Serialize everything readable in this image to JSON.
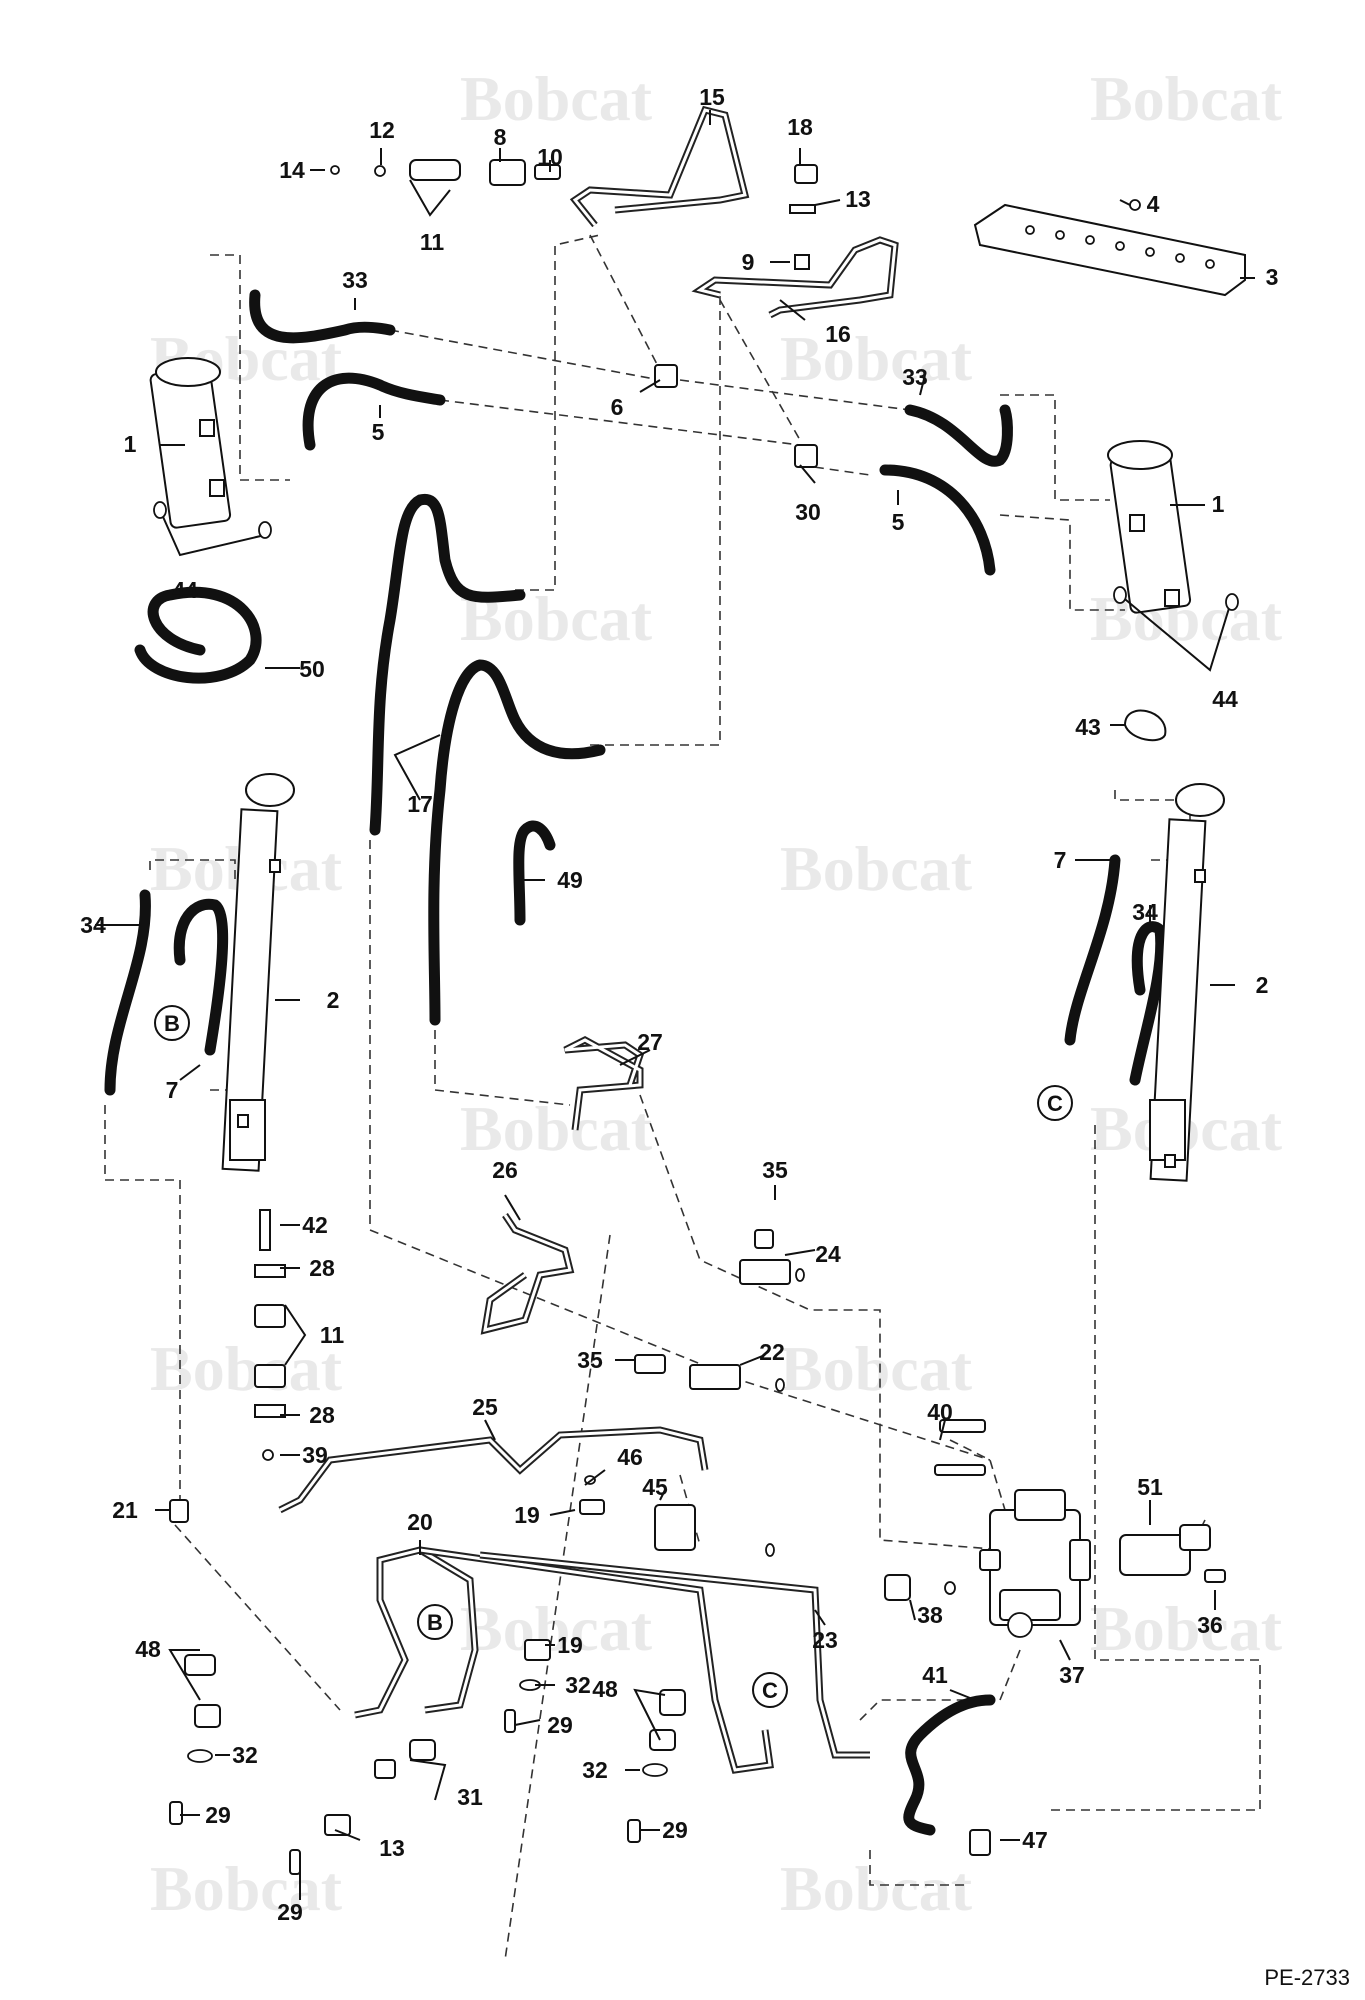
{
  "watermark": {
    "text": "Bobcat",
    "color": "#e9e9e9"
  },
  "document_id": "PE-2733",
  "callouts": {
    "n1a": "1",
    "n1b": "1",
    "n2a": "2",
    "n2b": "2",
    "n3": "3",
    "n4": "4",
    "n5a": "5",
    "n5b": "5",
    "n6": "6",
    "n7a": "7",
    "n7b": "7",
    "n8": "8",
    "n9": "9",
    "n10": "10",
    "n11a": "11",
    "n11b": "11",
    "n12": "12",
    "n13a": "13",
    "n13b": "13",
    "n14": "14",
    "n15": "15",
    "n16": "16",
    "n17": "17",
    "n18": "18",
    "n19a": "19",
    "n19b": "19",
    "n20": "20",
    "n21": "21",
    "n22": "22",
    "n23": "23",
    "n24": "24",
    "n25": "25",
    "n26": "26",
    "n27": "27",
    "n28a": "28",
    "n28b": "28",
    "n29a": "29",
    "n29b": "29",
    "n29c": "29",
    "n29d": "29",
    "n30": "30",
    "n31": "31",
    "n32a": "32",
    "n32b": "32",
    "n32c": "32",
    "n33a": "33",
    "n33b": "33",
    "n34a": "34",
    "n34b": "34",
    "n35a": "35",
    "n35b": "35",
    "n36": "36",
    "n37": "37",
    "n38": "38",
    "n39": "39",
    "n40": "40",
    "n41": "41",
    "n42": "42",
    "n43": "43",
    "n44a": "44",
    "n44b": "44",
    "n45": "45",
    "n46": "46",
    "n47": "47",
    "n48a": "48",
    "n48b": "48",
    "n49": "49",
    "n50": "50",
    "n51": "51"
  },
  "connectors": {
    "b1": "B",
    "b2": "B",
    "c1": "C",
    "c2": "C"
  }
}
